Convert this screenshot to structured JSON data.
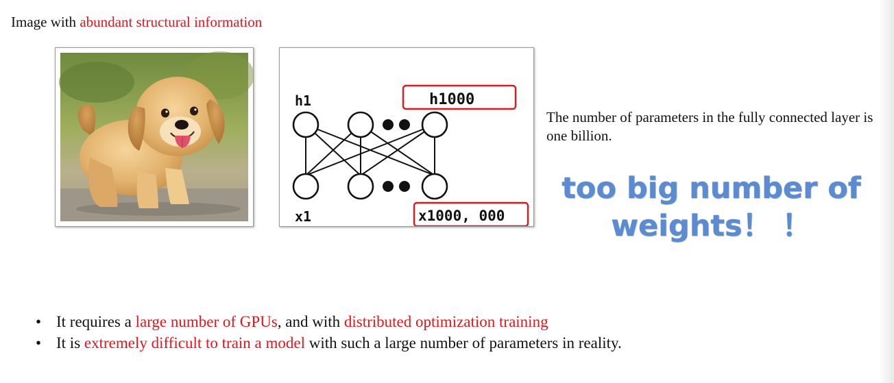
{
  "heading": {
    "prefix": "Image with ",
    "highlight": "abundant structural information"
  },
  "network": {
    "top_left_label": "h1",
    "top_right_label": "h1000",
    "bottom_left_label": "x1",
    "bottom_right_label": "x1000, 000"
  },
  "params": {
    "text": "The number of parameters in the fully connected layer is one billion."
  },
  "big_text": {
    "line1": "too big number of",
    "line2": "weights！ ！"
  },
  "bullets": [
    {
      "p1": "It requires a ",
      "h1": "large number of GPUs",
      "p2": ", and with ",
      "h2": "distributed optimization training"
    },
    {
      "p1": "It is ",
      "h1": "extremely difficult to train a model",
      "p2": " with such a large number of parameters in reality."
    }
  ],
  "colors": {
    "highlight": "#e8141c",
    "big_text": "#5b8bd1"
  }
}
